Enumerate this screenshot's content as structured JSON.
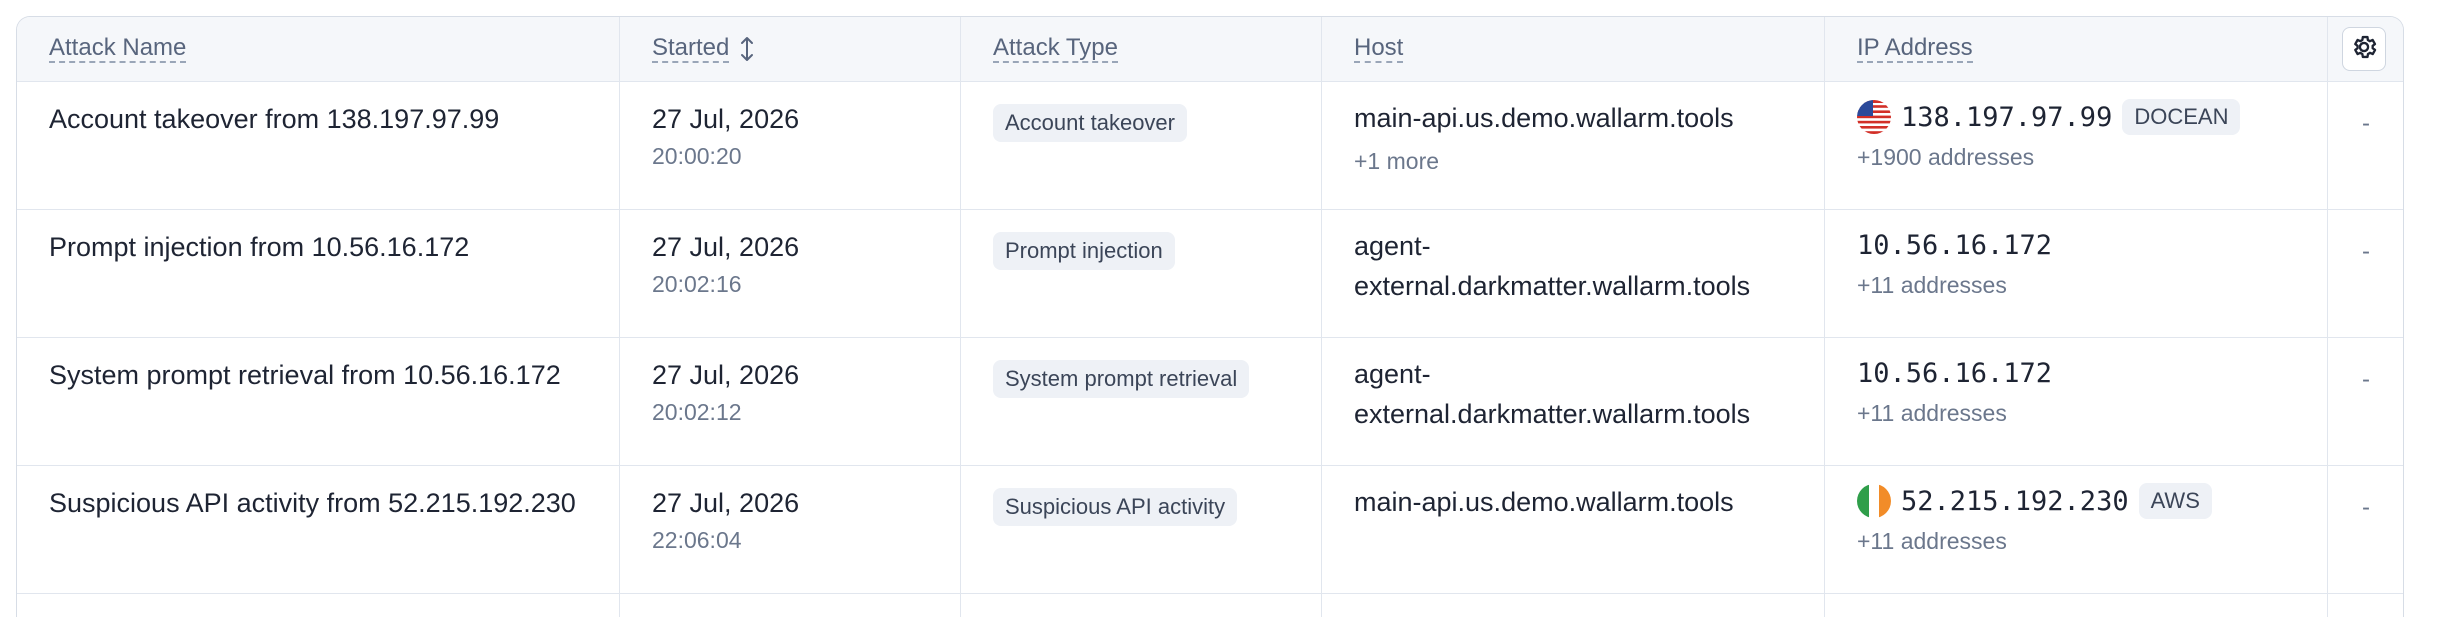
{
  "columns": {
    "attack_name": "Attack Name",
    "started": "Started",
    "attack_type": "Attack Type",
    "host": "Host",
    "ip_address": "IP Address"
  },
  "icons": {
    "sort": "sort-icon",
    "settings": "gear-icon"
  },
  "rows": [
    {
      "name": "Account takeover from 138.197.97.99",
      "date": "27 Jul, 2026",
      "time": "20:00:20",
      "type": "Account takeover",
      "host": "main-api.us.demo.wallarm.tools",
      "host_more": "+1 more",
      "flag": "us",
      "ip": "138.197.97.99",
      "provider": "DOCEAN",
      "addresses": "+1900 addresses",
      "extra": "-"
    },
    {
      "name": "Prompt injection from 10.56.16.172",
      "date": "27 Jul, 2026",
      "time": "20:02:16",
      "type": "Prompt injection",
      "host": "agent-external.darkmatter.wallarm.tools",
      "ip": "10.56.16.172",
      "addresses": "+11 addresses",
      "extra": "-"
    },
    {
      "name": "System prompt retrieval from 10.56.16.172",
      "date": "27 Jul, 2026",
      "time": "20:02:12",
      "type": "System prompt retrieval",
      "host": "agent-external.darkmatter.wallarm.tools",
      "ip": "10.56.16.172",
      "addresses": "+11 addresses",
      "extra": "-"
    },
    {
      "name": "Suspicious API activity from 52.215.192.230",
      "date": "27 Jul, 2026",
      "time": "22:06:04",
      "type": "Suspicious API activity",
      "host": "main-api.us.demo.wallarm.tools",
      "flag": "ie",
      "ip": "52.215.192.230",
      "provider": "AWS",
      "addresses": "+11 addresses",
      "extra": "-"
    }
  ]
}
